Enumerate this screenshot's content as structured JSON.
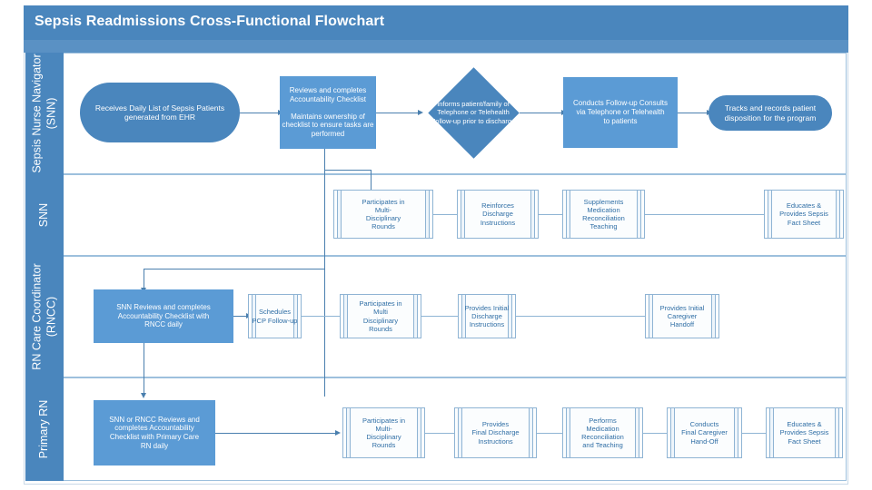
{
  "document": {
    "title": "Sepsis Readmissions Cross-Functional Flowchart"
  },
  "lanes": [
    {
      "id": "lane-sepsis-nurse-navigator",
      "label": "Sepsis Nurse Navigator\n(SNN)",
      "label_lines": [
        "Sepsis Nurse Navigator",
        "(SNN)"
      ]
    },
    {
      "id": "lane-snn",
      "label": "SNN",
      "label_lines": [
        "SNN"
      ]
    },
    {
      "id": "lane-rn-care-coordinator",
      "label": "RN Care Coordinator\n(RNCC)",
      "label_lines": [
        "RN Care Coordinator",
        "(RNCC)"
      ]
    },
    {
      "id": "lane-primary-rn",
      "label": "Primary RN",
      "label_lines": [
        "Primary RN"
      ]
    }
  ],
  "nodes": {
    "l1n1": {
      "type": "terminator",
      "text": "Receives Daily List of Sepsis Patients generated from EHR"
    },
    "l1n2": {
      "type": "process",
      "text": "Reviews and completes Accountability Checklist\n\nMaintains ownership of checklist to ensure tasks are performed",
      "line1": "Reviews and completes",
      "line2": "Accountability Checklist",
      "line3": "Maintains ownership of",
      "line4": "checklist to ensure tasks are",
      "line5": "performed"
    },
    "l1n3": {
      "type": "decision",
      "text": "Informs patient/family of Telephone or Telehealth Follow-up prior to discharge",
      "line1": "Informs patient/family of",
      "line2": "Telephone or Telehealth",
      "line3": "Follow-up prior to discharge"
    },
    "l1n4": {
      "type": "process",
      "text": "Conducts Follow-up Consults via Telephone or Telehealth to patients",
      "line1": "Conducts Follow-up Consults",
      "line2": "via Telephone or Telehealth",
      "line3": "to patients"
    },
    "l1n5": {
      "type": "terminator",
      "text": "Tracks and records patient disposition for the program",
      "line1": "Tracks and records patient",
      "line2": "disposition for the program"
    },
    "l2n1": {
      "type": "predefined",
      "text": "Participates in Multi-Disciplinary Rounds",
      "line1": "Participates in",
      "line2": "Multi-",
      "line3": "Disciplinary",
      "line4": "Rounds"
    },
    "l2n2": {
      "type": "predefined",
      "text": "Reinforces Discharge Instructions",
      "line1": "Reinforces",
      "line2": "Discharge",
      "line3": "Instructions"
    },
    "l2n3": {
      "type": "predefined",
      "text": "Supplements Medication Reconciliation Teaching",
      "line1": "Supplements",
      "line2": "Medication",
      "line3": "Reconciliation",
      "line4": "Teaching"
    },
    "l2n4": {
      "type": "predefined",
      "text": "Educates & Provides Sepsis Fact Sheet",
      "line1": "Educates &",
      "line2": "Provides Sepsis",
      "line3": "Fact Sheet"
    },
    "l3n1": {
      "type": "process",
      "text": "SNN Reviews and completes Accountability Checklist with RNCC daily",
      "line1": "SNN Reviews and completes",
      "line2": "Accountability Checklist with",
      "line3": "RNCC daily"
    },
    "l3n2": {
      "type": "predefined",
      "text": "Schedules PCP Follow-up",
      "line1": "Schedules",
      "line2": "PCP Follow-up"
    },
    "l3n3": {
      "type": "predefined",
      "text": "Participates in Multi Disciplinary Rounds",
      "line1": "Participates in",
      "line2": "Multi",
      "line3": "Disciplinary",
      "line4": "Rounds"
    },
    "l3n4": {
      "type": "predefined",
      "text": "Provides Initial Discharge Instructions",
      "line1": "Provides Initial",
      "line2": "Discharge",
      "line3": "Instructions"
    },
    "l3n5": {
      "type": "predefined",
      "text": "Provides Initial Caregiver Handoff",
      "line1": "Provides Initial",
      "line2": "Caregiver",
      "line3": "Handoff"
    },
    "l4n1": {
      "type": "process",
      "text": "SNN or RNCC Reviews and completes Accountability Checklist with Primary Care RN daily",
      "line1": "SNN or RNCC Reviews and",
      "line2": "completes Accountability",
      "line3": "Checklist with Primary Care",
      "line4": "RN daily"
    },
    "l4n2": {
      "type": "predefined",
      "text": "Participates in Multi-Disciplinary Rounds",
      "line1": "Participates in",
      "line2": "Multi-",
      "line3": "Disciplinary",
      "line4": "Rounds"
    },
    "l4n3": {
      "type": "predefined",
      "text": "Provides Final Discharge Instructions",
      "line1": "Provides",
      "line2": "Final Discharge",
      "line3": "Instructions"
    },
    "l4n4": {
      "type": "predefined",
      "text": "Performs Medication Reconciliation and Teaching",
      "line1": "Performs",
      "line2": "Medication",
      "line3": "Reconciliation",
      "line4": "and Teaching"
    },
    "l4n5": {
      "type": "predefined",
      "text": "Conducts Final Caregiver Hand-Off",
      "line1": "Conducts",
      "line2": "Final Caregiver",
      "line3": "Hand-Off"
    },
    "l4n6": {
      "type": "predefined",
      "text": "Educates & Provides Sepsis Fact Sheet",
      "line1": "Educates &",
      "line2": "Provides Sepsis",
      "line3": "Fact Sheet"
    }
  },
  "colors": {
    "header_blue": "#4a86bd",
    "process_blue": "#5b9bd5",
    "lane_border": "#9dc0dd",
    "connector": "#4a7fae",
    "light_shape_fill": "#fbfdfe",
    "light_shape_border": "#8fb4d4",
    "light_text": "#2f6ea5"
  }
}
